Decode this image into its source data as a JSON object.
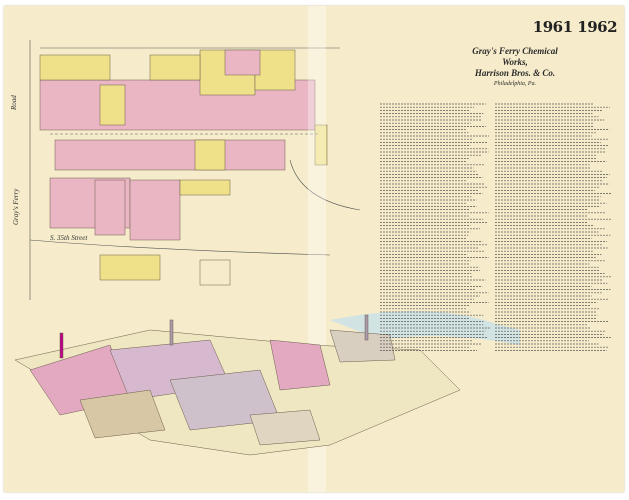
{
  "sheet": {
    "page_numbers": "1961 1962",
    "title_line1": "Gray's Ferry Chemical",
    "title_line2": "Works,",
    "title_line3": "Harrison Bros. & Co.",
    "title_location": "Philadelphia, Pa."
  },
  "streets": {
    "grays_ferry": "Gray's Ferry",
    "street_35th": "S. 35th Street",
    "north_label": "Road"
  },
  "colors": {
    "paper": "#f6eccb",
    "brick": "#eab6c4",
    "frame": "#efe08a",
    "ink": "#3a3a3a"
  }
}
